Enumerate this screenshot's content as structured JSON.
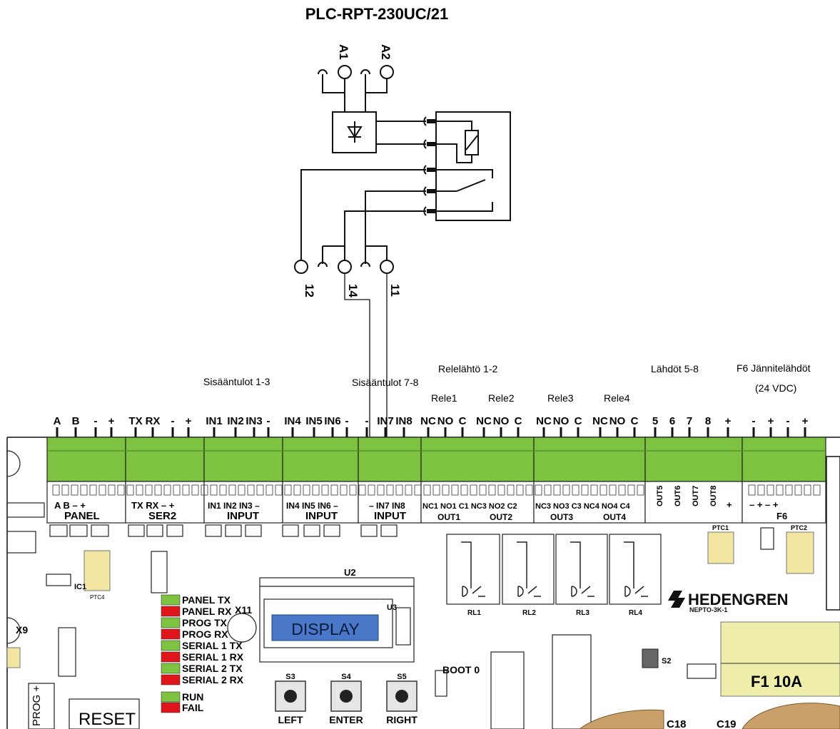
{
  "title": "PLC-RPT-230UC/21",
  "relay_terminals": {
    "a1": "A1",
    "a2": "A2",
    "t12": "12",
    "t14": "14",
    "t11": "11"
  },
  "group_labels": {
    "inputs_1_3": "Sisääntulot 1-3",
    "inputs_7_8": "Sisääntulot 7-8",
    "relay_out_1_2": "Relelähtö 1-2",
    "outputs_5_8": "Lähdöt 5-8",
    "f6_supply": "F6 Jännitelähdöt",
    "f6_voltage": "(24 VDC)",
    "rele1": "Rele1",
    "rele2": "Rele2",
    "rele3": "Rele3",
    "rele4": "Rele4"
  },
  "top_pins": [
    "A",
    "B",
    "-",
    "+",
    "TX",
    "RX",
    "-",
    "+",
    "IN1",
    "IN2",
    "IN3",
    "-",
    "IN4",
    "IN5",
    "IN6",
    "-",
    "-",
    "IN7",
    "IN8",
    "NC",
    "NO",
    "C",
    "NC",
    "NO",
    "C",
    "NC",
    "NO",
    "C",
    "NC",
    "NO",
    "C",
    "5",
    "6",
    "7",
    "8",
    "+",
    "-",
    "+",
    "-",
    "+"
  ],
  "board_groups": [
    "PANEL",
    "SER2",
    "INPUT",
    "INPUT",
    "INPUT",
    "OUT1",
    "OUT2",
    "OUT3",
    "OUT4",
    "F6"
  ],
  "board_sub": {
    "panel": "A  B  –  +",
    "ser2": "TX RX  –  +",
    "in1": "IN1  IN2 IN3  –",
    "in2": "IN4  IN5 IN6  –",
    "in3": "–  IN7 IN8",
    "out12": "NC1 NO1  C1 NC3 NO2 C2",
    "out34": "NC3 NO3 C3 NC4 NO4 C4",
    "out58": [
      "OUT5",
      "OUT6",
      "OUT7",
      "OUT8"
    ],
    "f6": "–  +  –  +"
  },
  "leds": [
    {
      "name": "PANEL  TX",
      "color": "green"
    },
    {
      "name": "PANEL  RX",
      "color": "red"
    },
    {
      "name": "PROG  TX",
      "color": "green"
    },
    {
      "name": "PROG  RX",
      "color": "red"
    },
    {
      "name": "SERIAL  1  TX",
      "color": "green"
    },
    {
      "name": "SERIAL  1  RX",
      "color": "red"
    },
    {
      "name": "SERIAL  2  TX",
      "color": "green"
    },
    {
      "name": "SERIAL  2  RX",
      "color": "red"
    },
    {
      "name": "RUN",
      "color": "green"
    },
    {
      "name": "FAIL",
      "color": "red"
    }
  ],
  "display_label": "DISPLAY",
  "buttons": [
    {
      "id": "S3",
      "label": "LEFT"
    },
    {
      "id": "S4",
      "label": "ENTER"
    },
    {
      "id": "S5",
      "label": "RIGHT"
    }
  ],
  "misc": {
    "boot": "BOOT 0",
    "reset": "RESET",
    "prog": "PROG +",
    "x11": "X11",
    "x9": "X9",
    "u2": "U2",
    "u3": "U3",
    "ptc1": "PTC1",
    "ptc2": "PTC2",
    "ptc4": "PTC4",
    "ic1": "IC1",
    "brand": "HEDENGREN",
    "model": "NEPTO-3K-1",
    "fuse": "F1  10A",
    "c18": "C18",
    "c19": "C19",
    "s2": "S2",
    "rl": [
      "RL1",
      "RL2",
      "RL3",
      "RL4"
    ]
  },
  "colors": {
    "terminal_green": "#7ec242",
    "led_green": "#7ec242",
    "led_red": "#e0141b",
    "display_blue": "#4a78c8",
    "ptc_yellow": "#f2e5a0",
    "fuse_yellow": "#eeeeaa"
  }
}
